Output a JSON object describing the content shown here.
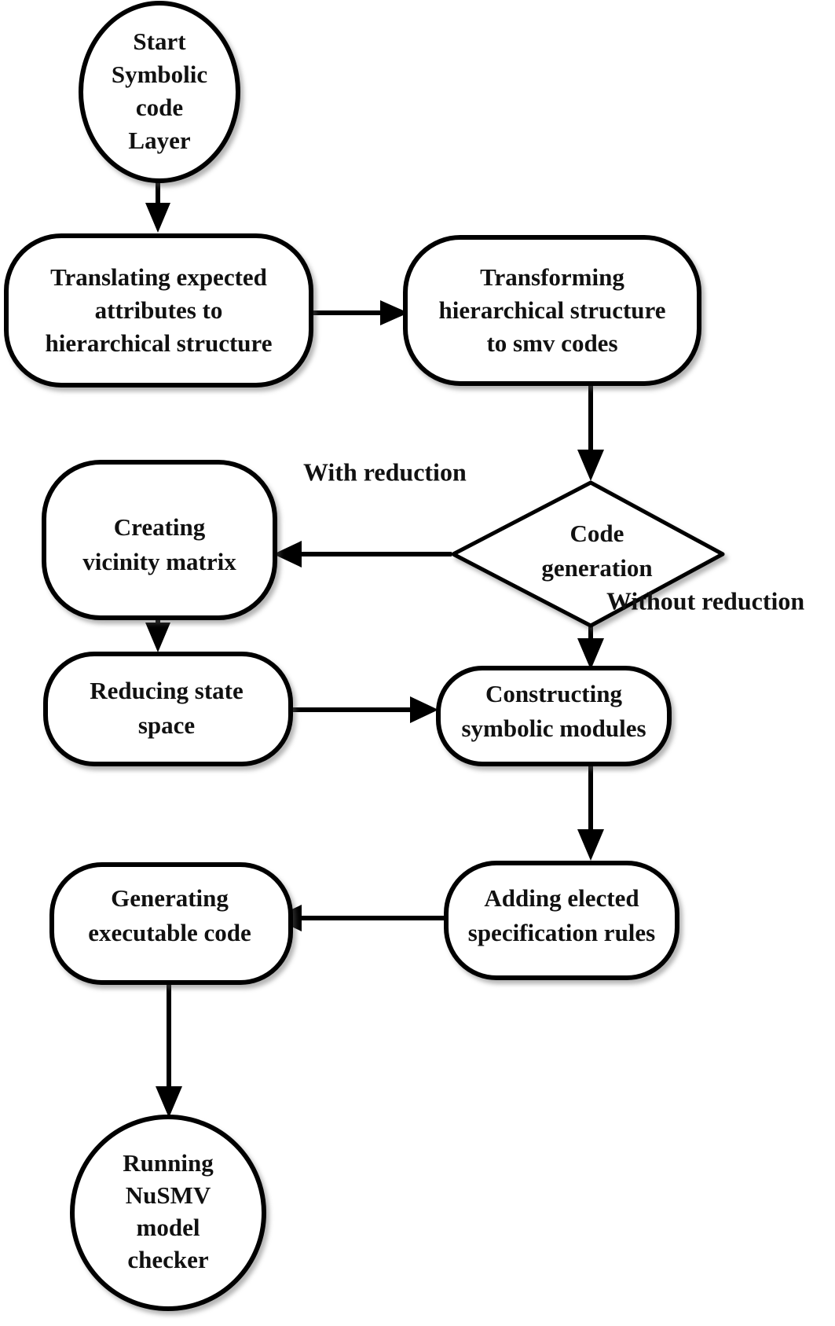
{
  "diagram": {
    "title": "Symbolic code layer flowchart",
    "background_color": "#ffffff",
    "stroke_color": "#000000",
    "text_color": "#111111"
  },
  "nodes": {
    "start": {
      "shape": "circle",
      "lines": [
        "Start",
        "Symbolic",
        "code",
        "Layer"
      ]
    },
    "translating": {
      "shape": "rounded-rect",
      "lines": [
        "Translating  expected",
        "attributes to",
        "hierarchical structure"
      ]
    },
    "transforming": {
      "shape": "rounded-rect",
      "lines": [
        "Transforming",
        "hierarchical structure",
        "to  smv codes"
      ]
    },
    "decision": {
      "shape": "diamond",
      "lines": [
        "Code",
        "generation"
      ]
    },
    "creating_vicinity": {
      "shape": "rounded-rect",
      "lines": [
        "Creating",
        "vicinity matrix"
      ]
    },
    "reducing_state": {
      "shape": "rounded-rect",
      "lines": [
        "Reducing state",
        "space"
      ]
    },
    "constructing": {
      "shape": "rounded-rect",
      "lines": [
        "Constructing",
        "symbolic modules"
      ]
    },
    "adding_rules": {
      "shape": "rounded-rect",
      "lines": [
        "Adding  elected",
        "specification rules"
      ]
    },
    "generating_code": {
      "shape": "rounded-rect",
      "lines": [
        "Generating",
        "executable code"
      ]
    },
    "running_nusmv": {
      "shape": "circle",
      "lines": [
        "Running",
        "NuSMV",
        "model",
        "checker"
      ]
    }
  },
  "edge_labels": {
    "with_reduction": "With reduction",
    "without_reduction": "Without reduction"
  }
}
